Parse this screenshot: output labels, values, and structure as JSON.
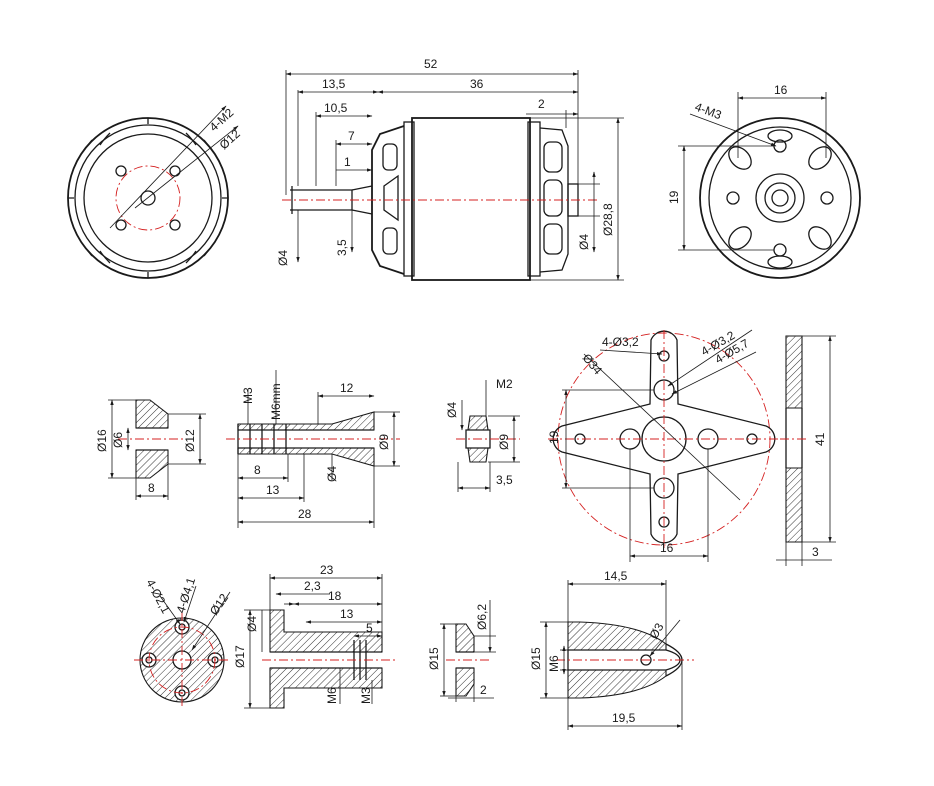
{
  "motor_front": {
    "holes_label": "4-M2",
    "pcd_label": "Ø12"
  },
  "motor_side": {
    "overall": "52",
    "body": "36",
    "shaft_ext": "13,5",
    "shaft_10": "10,5",
    "shaft_7": "7",
    "shaft_1": "1",
    "rear_2": "2",
    "shaft_d": "Ø4",
    "shaft_flat": "3,5",
    "rear_d": "Ø4",
    "body_d": "Ø28,8"
  },
  "motor_back": {
    "holes_label": "4-M3",
    "width": "16",
    "height": "19"
  },
  "collet": {
    "outer": "Ø16",
    "bore": "Ø6",
    "front": "Ø12",
    "length": "8"
  },
  "adapter": {
    "m3": "M3",
    "m6": "M6mm",
    "taper": "12",
    "d9": "Ø9",
    "d4": "Ø4",
    "l8": "8",
    "l13": "13",
    "l28": "28"
  },
  "nut": {
    "thread": "M2",
    "bore": "Ø4",
    "outer": "Ø9",
    "width": "3,5"
  },
  "xmount": {
    "holes_small": "4-Ø3,2",
    "holes_mid": "4-Ø3,2",
    "holes_big": "4-Ø5,7",
    "circle": "Ø34",
    "h": "19",
    "w": "16",
    "side_h": "41",
    "side_t": "3"
  },
  "hub_front": {
    "l1": "4-Ø2,1",
    "l2": "4-Ø4,1",
    "l3": "Ø12"
  },
  "hub_side": {
    "l23": "23",
    "l2_3": "2,3",
    "l18": "18",
    "l13": "13",
    "l5": "5",
    "d4": "Ø4",
    "d17": "Ø17",
    "m6": "M6",
    "m3": "M3"
  },
  "washer": {
    "d6_2": "Ø6,2",
    "d15": "Ø15",
    "t": "2"
  },
  "spinner": {
    "l14_5": "14,5",
    "d3": "Ø3",
    "d15": "Ø15",
    "m6": "M6",
    "l19_5": "19,5"
  }
}
